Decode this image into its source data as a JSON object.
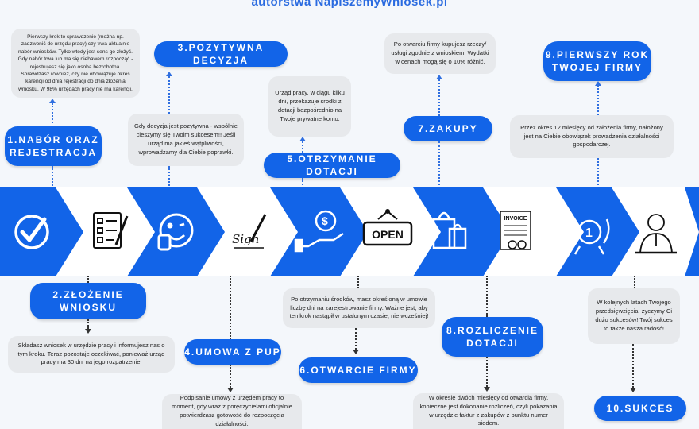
{
  "title": "autorstwa NapiszemyWniosek.pl",
  "colors": {
    "accent": "#1264e8",
    "note_bg": "#e7e9ec",
    "line": "#2f6fe0"
  },
  "steps": {
    "s1": {
      "label": "1.NABÓR ORAZ\nREJESTRACJA",
      "note": "Pierwszy krok to sprawdzenie (można np. zadzwonić do urzędu pracy) czy trwa aktualnie nabór wniosków. Tylko wtedy jest sens go złożyć. Gdy nabór trwa lub ma się niebawem rozpocząć - rejestrujesz się jako osoba bezrobotna. Sprawdzasz również, czy nie obowiązuje okres karencji od dnia rejestracji do dnia złożenia wniosku. W 98% urzędach pracy nie ma karencji."
    },
    "s2": {
      "label": "2.ZŁOŻENIE\nWNIOSKU",
      "note": "Składasz wniosek w urzędzie pracy i informujesz nas o tym kroku. Teraz pozostaje oczekiwać, ponieważ urząd pracy ma 30 dni na jego rozpatrzenie."
    },
    "s3": {
      "label": "3.POZYTYWNA DECYZJA",
      "note": "Gdy decyzja jest pozytywna - wspólnie cieszymy się Twoim sukcesem!! Jeśli urząd ma jakieś wątpliwości, wprowadzamy dla Ciebie poprawki."
    },
    "s4": {
      "label": "4.UMOWA Z PUP",
      "note": "Podpisanie umowy z urzędem pracy to moment, gdy wraz z poręczycielami oficjalnie potwierdzasz gotowość do rozpoczęcia działalności."
    },
    "s5": {
      "label": "5.OTRZYMANIE DOTACJI",
      "note": "Urząd pracy, w ciągu kilku dni, przekazuje środki z dotacji bezpośrednio na Twoje prywatne konto."
    },
    "s6": {
      "label": "6.OTWARCIE FIRMY",
      "note": "Po otrzymaniu środków, masz określoną w umowie liczbę dni na zarejestrowanie firmy. Ważne jest, aby ten krok nastąpił w ustalonym czasie, nie wcześniej!"
    },
    "s7": {
      "label": "7.ZAKUPY",
      "note": "Po otwarciu firmy kupujesz rzeczy/ usługi zgodnie z wnioskiem. Wydatki w cenach mogą się o 10% różnić."
    },
    "s8": {
      "label": "8.ROZLICZENIE\nDOTACJI",
      "note": "W okresie dwóch miesięcy od otwarcia firmy, konieczne jest dokonanie rozliczeń, czyli pokazania w urzędzie faktur z zakupów z punktu numer siedem."
    },
    "s9": {
      "label": "9.PIERWSZY ROK\nTWOJEJ FIRMY",
      "note": "Przez okres 12 miesięcy od założenia firmy, nałożony jest na Ciebie obowiązek prowadzenia działalności gospodarczej."
    },
    "s10": {
      "label": "10.SUKCES",
      "note": "W kolejnych latach Twojego przedsięwzięcia, życzymy Ci dużo sukcesów! Twój sukces to także nasza radość!"
    }
  },
  "icons": {
    "i1": "checkmark-icon",
    "i2": "checklist-icon",
    "i3": "smile-thumbs-up-icon",
    "i4": "signature-pen-icon",
    "i5": "money-hand-icon",
    "i6": "open-sign-icon",
    "i7": "shopping-bags-icon",
    "i8": "invoice-icon",
    "i9": "first-place-medal-icon",
    "i10": "businessman-icon"
  },
  "icon_text": {
    "open": "OPEN",
    "invoice": "INVOICE",
    "sign": "Sign",
    "medal": "1",
    "dollar": "$"
  }
}
